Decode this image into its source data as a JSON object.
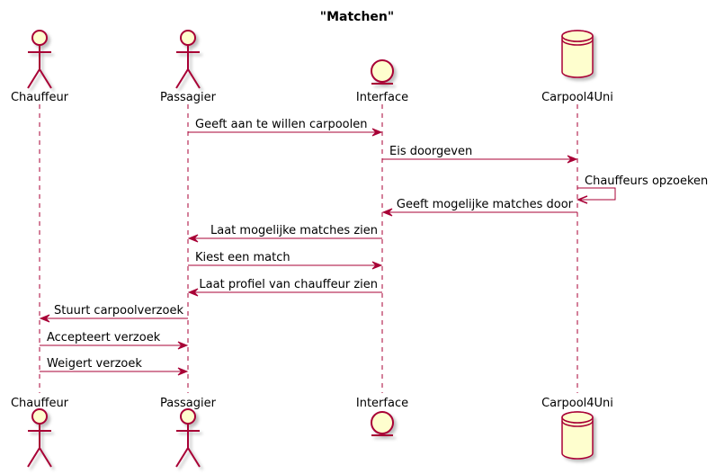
{
  "title": "\"Matchen\"",
  "colors": {
    "line": "#A80036",
    "fill": "#FEFECE",
    "lifeline": "#A80036",
    "text": "#000000"
  },
  "participants": [
    {
      "id": "chauffeur",
      "name": "Chauffeur",
      "kind": "actor"
    },
    {
      "id": "passagier",
      "name": "Passagier",
      "kind": "actor"
    },
    {
      "id": "interface",
      "name": "Interface",
      "kind": "entity"
    },
    {
      "id": "carpool4uni",
      "name": "Carpool4Uni",
      "kind": "database"
    }
  ],
  "messages": [
    {
      "from": "passagier",
      "to": "interface",
      "text": "Geeft aan te willen carpoolen"
    },
    {
      "from": "interface",
      "to": "carpool4uni",
      "text": "Eis doorgeven"
    },
    {
      "from": "carpool4uni",
      "to": "carpool4uni",
      "text": "Chauffeurs opzoeken"
    },
    {
      "from": "carpool4uni",
      "to": "interface",
      "text": "Geeft mogelijke matches door"
    },
    {
      "from": "interface",
      "to": "passagier",
      "text": "Laat mogelijke matches zien"
    },
    {
      "from": "passagier",
      "to": "interface",
      "text": "Kiest een match"
    },
    {
      "from": "interface",
      "to": "passagier",
      "text": "Laat profiel van chauffeur zien"
    },
    {
      "from": "passagier",
      "to": "chauffeur",
      "text": "Stuurt carpoolverzoek"
    },
    {
      "from": "chauffeur",
      "to": "passagier",
      "text": "Accepteert verzoek"
    },
    {
      "from": "chauffeur",
      "to": "passagier",
      "text": "Weigert verzoek"
    }
  ]
}
